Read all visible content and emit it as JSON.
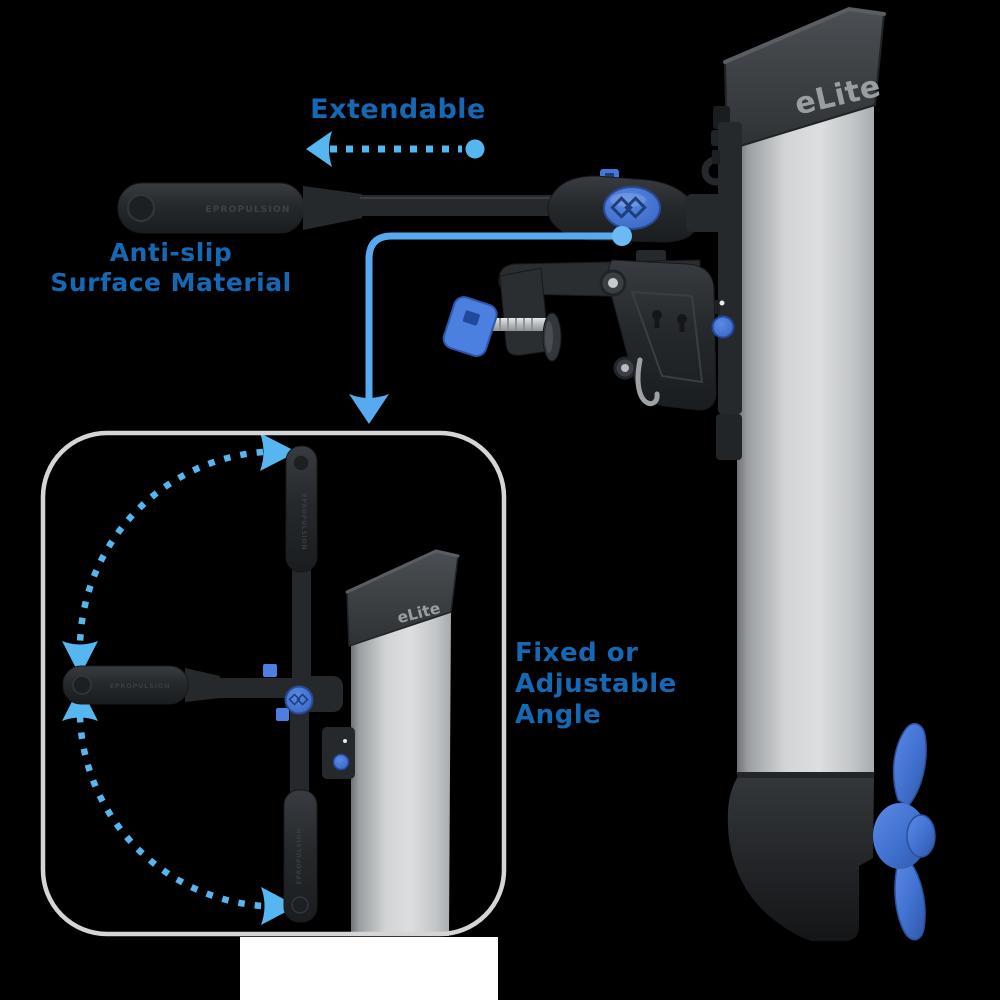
{
  "labels": {
    "extendable": "Extendable",
    "anti_slip_line1": "Anti-slip",
    "anti_slip_line2": "Surface Material",
    "angle_line1": "Fixed or",
    "angle_line2": "Adjustable",
    "angle_line3": "Angle"
  },
  "product": {
    "brand": "eLite",
    "brand_inset": "eLite",
    "grip_text": "EPROPULSION"
  },
  "icons": {
    "extendable-arrow": "horizontal dashed double-ended arrow (chevron left, dot right)",
    "drop-connector-arrow": "solid light-blue elbow line ending in down arrow",
    "rotation-arc-upper": "dashed arc with right and down arrowheads",
    "rotation-arc-lower": "dashed arc with up and right arrowheads",
    "epropulsion-logo": "interlocked squares infinity mark on blue knob"
  },
  "colors": {
    "background": "#000000",
    "label_blue": "#1568b4",
    "arrow_light_blue": "#56b6ef",
    "connector_blue": "#58aaf0",
    "accent_knob_blue": "#4677d8",
    "propeller_blue": "#4377d2",
    "body_silver": "#c9cccd",
    "handle_dark": "#26292c",
    "cap_dark": "#3a3e42",
    "logo_gray": "#9b9ea1",
    "inset_border_gray": "#d5d5d5",
    "white_mask": "#ffffff"
  }
}
